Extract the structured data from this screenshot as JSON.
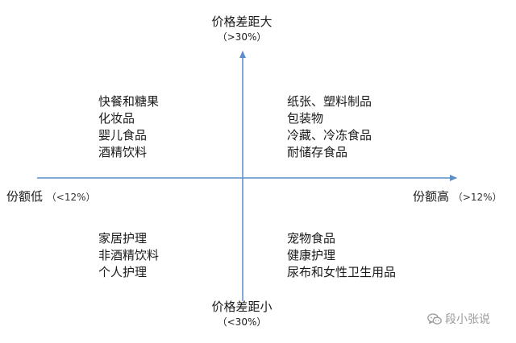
{
  "colors": {
    "axis": "#5b8fc7",
    "text": "#1a1a1a",
    "watermark": "#9a9a9a"
  },
  "axes": {
    "top": {
      "label": "价格差距大",
      "note": "（>30%）"
    },
    "bottom": {
      "label": "价格差距小",
      "note": "（<30%）"
    },
    "left": {
      "label": "份额低",
      "note": "（<12%）"
    },
    "right": {
      "label": "份额高",
      "note": "（>12%）"
    }
  },
  "quadrants": {
    "top_left": [
      "快餐和糖果",
      "化妆品",
      "婴儿食品",
      "酒精饮料"
    ],
    "top_right": [
      "纸张、塑料制品",
      "包装物",
      "冷藏、冷冻食品",
      "耐储存食品"
    ],
    "bottom_left": [
      "家居护理",
      "非酒精饮料",
      "个人护理"
    ],
    "bottom_right": [
      "宠物食品",
      "健康护理",
      "尿布和女性卫生用品"
    ]
  },
  "watermark": {
    "icon": "wechat-icon",
    "text": "段小张说"
  }
}
